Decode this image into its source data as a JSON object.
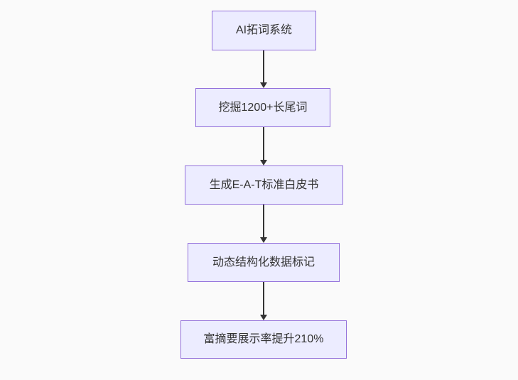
{
  "diagram": {
    "type": "flowchart-vertical",
    "direction": "top-down",
    "colors": {
      "background": "#fafafa",
      "node_fill": "#ECECFF",
      "node_border": "#9370DB",
      "text": "#333333",
      "arrow": "#333333"
    },
    "nodes": [
      {
        "label": "AI拓词系统"
      },
      {
        "label": "挖掘1200+长尾词"
      },
      {
        "label": "生成E-A-T标准白皮书"
      },
      {
        "label": "动态结构化数据标记"
      },
      {
        "label": "富摘要展示率提升210%"
      }
    ],
    "edges": [
      {
        "from": 0,
        "to": 1,
        "style": "arrow-down"
      },
      {
        "from": 1,
        "to": 2,
        "style": "arrow-down"
      },
      {
        "from": 2,
        "to": 3,
        "style": "arrow-down"
      },
      {
        "from": 3,
        "to": 4,
        "style": "arrow-down"
      }
    ]
  }
}
